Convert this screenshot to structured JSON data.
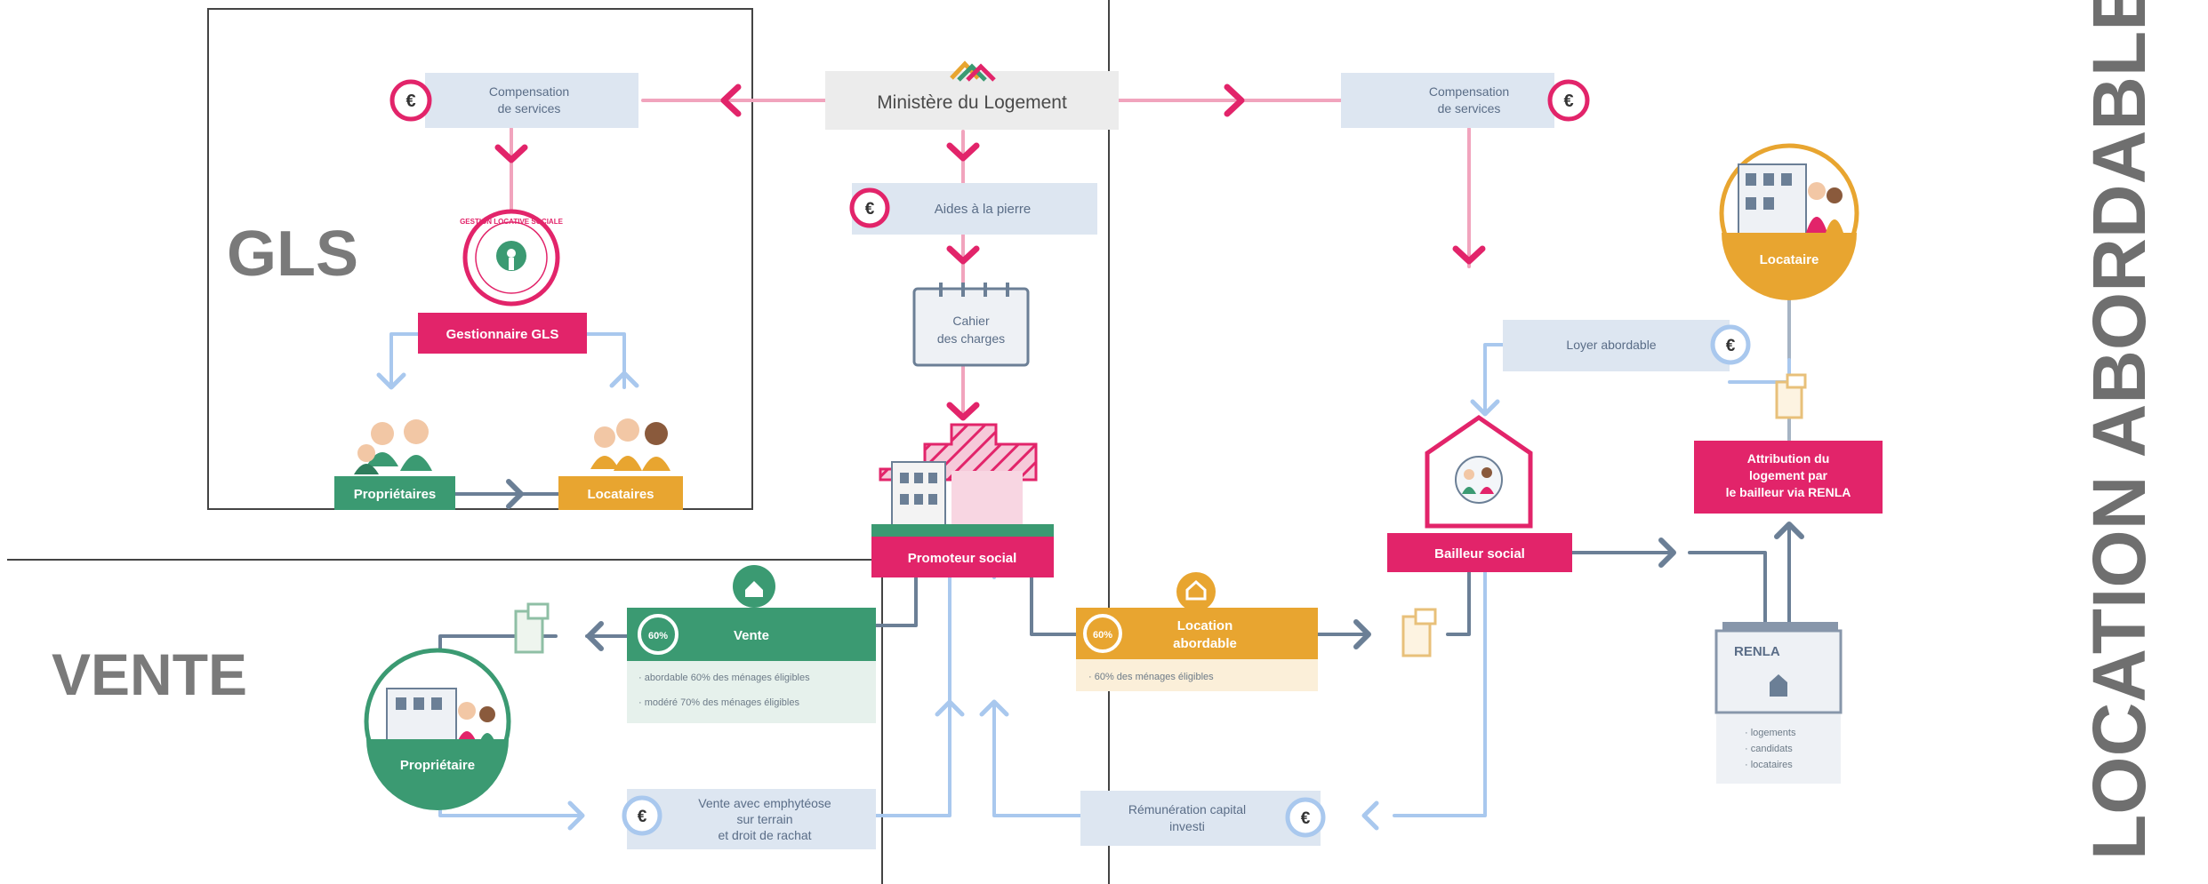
{
  "sections": {
    "gls": "GLS",
    "vente": "VENTE",
    "location": "LOCATION ABORDABLE"
  },
  "nodes": {
    "ministere": "Ministère du Logement",
    "compensation_left": [
      "Compensation",
      "de services"
    ],
    "compensation_right": [
      "Compensation",
      "de services"
    ],
    "aides": "Aides à la pierre",
    "cahier": [
      "Cahier",
      "des charges"
    ],
    "gestionnaire": "Gestionnaire GLS",
    "seal_text": "GESTION LOCATIVE SOCIALE",
    "proprietaires": "Propriétaires",
    "locataires": "Locataires",
    "promoteur": "Promoteur social",
    "vente": "Vente",
    "vente_pct": "60%",
    "vente_items": [
      "· abordable 60% des ménages éligibles",
      "· modéré 70% des ménages éligibles"
    ],
    "location": [
      "Location",
      "abordable"
    ],
    "location_pct": "60%",
    "location_items": [
      "· 60% des ménages éligibles"
    ],
    "proprietaire": "Propriétaire",
    "vente_emphyteose": [
      "Vente avec emphytéose",
      "sur terrain",
      "et droit de rachat"
    ],
    "remuneration": [
      "Rémunération capital",
      "investi"
    ],
    "loyer": "Loyer abordable",
    "bailleur": "Bailleur social",
    "locataire": "Locataire",
    "attribution": [
      "Attribution du",
      "logement par",
      "le bailleur via RENLA"
    ],
    "renla": "RENLA",
    "renla_items": [
      "· logements",
      "· candidats",
      "· locataires"
    ]
  },
  "colors": {
    "pink": "#e2246a",
    "green": "#3b9a72",
    "orange": "#e8a530",
    "lightblue": "#dde6f1",
    "grayblue": "#6b7f96",
    "arrowblue": "#a9c8ee",
    "section_gray": "#7a7a7a"
  },
  "icons": [
    "euro-icon",
    "logo-icon",
    "calendar-icon",
    "house-icon",
    "document-icon",
    "hand-house-icon"
  ]
}
